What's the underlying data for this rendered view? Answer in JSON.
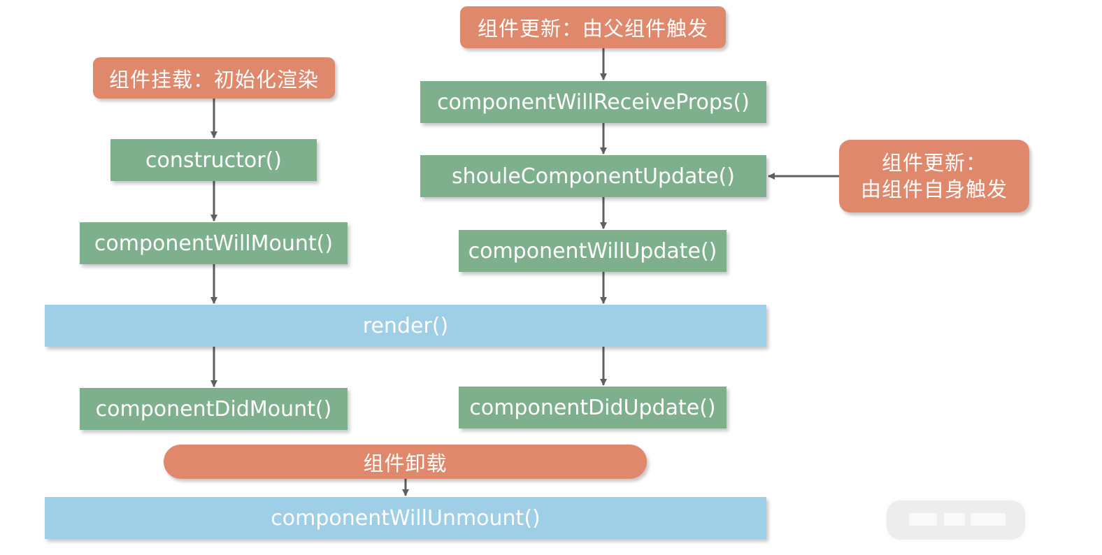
{
  "nodes": {
    "mount_title": "组件挂载：初始化渲染",
    "constructor": "constructor()",
    "will_mount": "componentWillMount()",
    "render": "render()",
    "did_mount": "componentDidMount()",
    "parent_update_title": "组件更新：由父组件触发",
    "will_receive_props": "componentWillReceiveProps()",
    "should_update": "shouleComponentUpdate()",
    "will_update": "componentWillUpdate()",
    "did_update": "componentDidUpdate()",
    "self_update_title_line1": "组件更新：",
    "self_update_title_line2": "由组件自身触发",
    "unmount_title": "组件卸载",
    "will_unmount": "componentWillUnmount()"
  },
  "colors": {
    "trigger": "#e0886b",
    "lifecycle": "#7fb08e",
    "render": "#9ecfe6",
    "arrow": "#5f5f5f"
  }
}
